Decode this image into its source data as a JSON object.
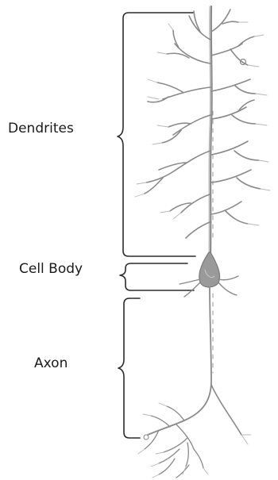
{
  "labels": {
    "dendrites": "Dendrites",
    "cell_body": "Cell Body",
    "axon": "Axon"
  },
  "colors": {
    "neuron_stroke": "#8a8a8a",
    "neuron_light": "#b8b8b8",
    "cell_body_fill": "#9a9a9a",
    "bracket": "#2b2b2b",
    "text": "#1a1a1a"
  },
  "icons": {
    "neuron": "neuron-illustration",
    "bracket": "curly-brace"
  }
}
